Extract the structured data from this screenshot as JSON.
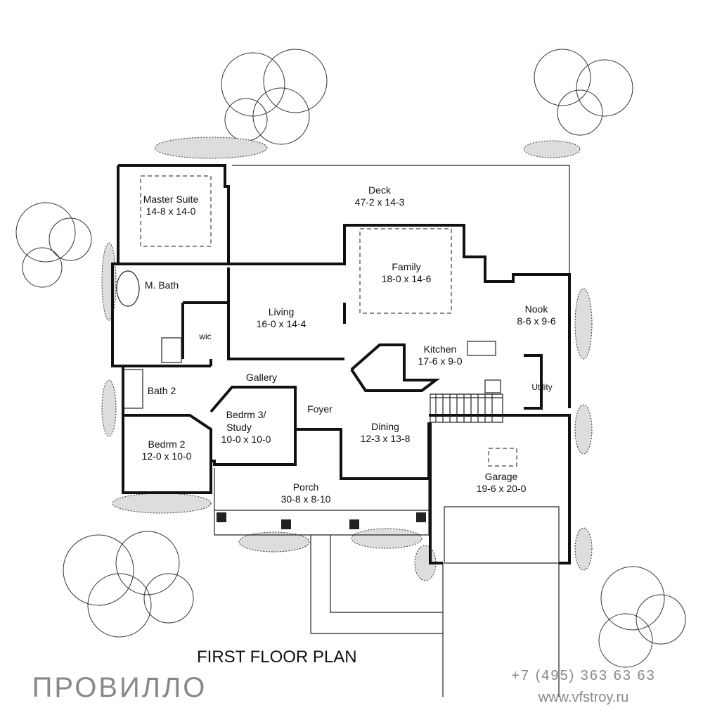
{
  "plan": {
    "title": "FIRST FLOOR PLAN",
    "rooms": [
      {
        "name": "Master Suite",
        "size": "14-8 x 14-0"
      },
      {
        "name": "Deck",
        "size": "47-2 x 14-3"
      },
      {
        "name": "Family",
        "size": "18-0 x 14-6"
      },
      {
        "name": "M. Bath",
        "size": ""
      },
      {
        "name": "wic",
        "size": ""
      },
      {
        "name": "Living",
        "size": "16-0 x 14-4"
      },
      {
        "name": "Nook",
        "size": "8-6 x 9-6"
      },
      {
        "name": "Kitchen",
        "size": "17-6 x 9-0"
      },
      {
        "name": "Gallery",
        "size": ""
      },
      {
        "name": "Bath 2",
        "size": ""
      },
      {
        "name": "Utility",
        "size": ""
      },
      {
        "name": "Bedrm 3/",
        "size": ""
      },
      {
        "name": "Study",
        "size": "10-0 x 10-0"
      },
      {
        "name": "Foyer",
        "size": ""
      },
      {
        "name": "Dining",
        "size": "12-3 x 13-8"
      },
      {
        "name": "Bedrm 2",
        "size": "12-0 x 10-0"
      },
      {
        "name": "Garage",
        "size": "19-6 x 20-0"
      },
      {
        "name": "Porch",
        "size": "30-8 x 8-10"
      }
    ]
  },
  "watermark": {
    "logo": "ПРОВИЛЛО",
    "phone": "+7 (495) 363 63 63",
    "url": "www.vfstroy.ru"
  }
}
